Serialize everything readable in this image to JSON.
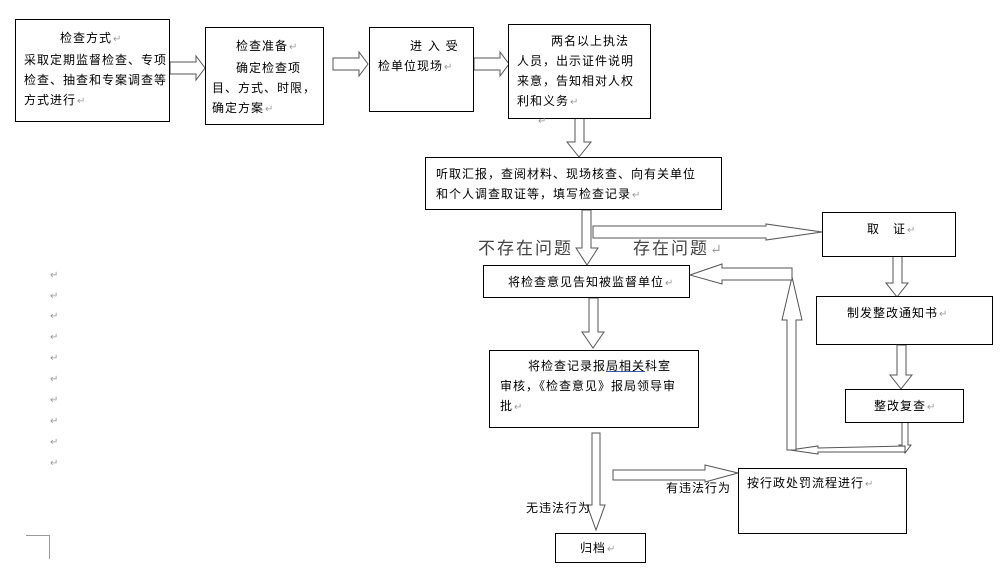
{
  "boxes": {
    "inspection_method": {
      "title": "检查方式",
      "body": "采取定期监督检查、专项检查、抽查和专案调查等方式进行"
    },
    "preparation": {
      "title": "检查准备",
      "body": "确定检查项目、方式、时限，确定方案"
    },
    "enter_site": {
      "line1": "进 入 受",
      "line2": "检单位现场"
    },
    "two_officers": {
      "line1": "两名以上执法",
      "line2": "人员，出示证件说明",
      "line3": "来意，告知相对人权",
      "line4": "利和义务"
    },
    "hear_report": {
      "line1": "听取汇报，查阅材料、现场核查、向有关单位",
      "line2": "和个人调查取证等，填写检查记录"
    },
    "notify_unit": {
      "text": "将检查意见告知被监督单位"
    },
    "report_review": {
      "line1_pre": "将检查记录报",
      "line1_u": "局相关",
      "line1_post": "科室",
      "line2": "审核，《检查意见》报局领导审",
      "line3": "批"
    },
    "archive": {
      "text": "归档"
    },
    "penalty": {
      "text": "按行政处罚流程进行"
    },
    "evidence": {
      "text": "取　证"
    },
    "rectify_notice": {
      "text": "制发整改通知书"
    },
    "rectify_review": {
      "text": "整改复查"
    }
  },
  "labels": {
    "no_problem": "不存在问题",
    "has_problem": "存在问题",
    "no_violation": "无违法行为",
    "has_violation": "有违法行为"
  },
  "paragraph_mark": "↵",
  "colors": {
    "line": "#000000",
    "arrow_stroke": "#555555",
    "mark": "#9a9a9a"
  }
}
